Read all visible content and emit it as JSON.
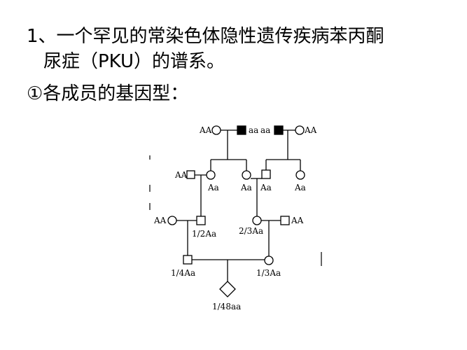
{
  "heading": {
    "line1": "1、一个罕见的常染色体隐性遗传疾病苯丙酮",
    "line2": "尿症（PKU）的谱系。",
    "line3": "①各成员的基因型："
  },
  "pedigree": {
    "gen1_left_female": "AA",
    "gen1_left_male": "aa",
    "gen1_right_male": "aa",
    "gen1_right_female": "AA",
    "gen2_spouse_male": "AA",
    "gen2_daughter_1": "Aa",
    "gen2_daughter_2": "Aa",
    "gen2_son": "Aa",
    "gen2_daughter_3": "Aa",
    "gen3_spouse_female": "AA",
    "gen3_son": "1/2Aa",
    "gen3_daughter": "2/3Aa",
    "gen3_spouse_male": "AA",
    "gen4_son": "1/4Aa",
    "gen4_daughter": "1/3Aa",
    "gen5_offspring": "1/48aa"
  }
}
